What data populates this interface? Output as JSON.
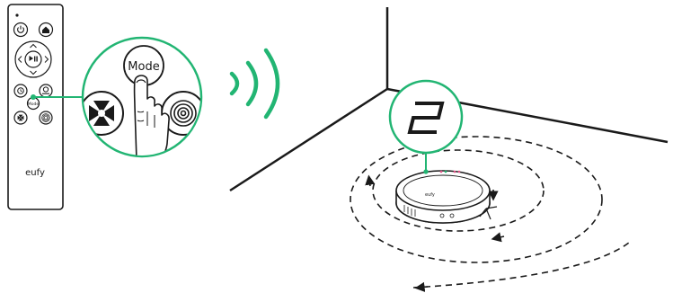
{
  "remote": {
    "brand": "eufy",
    "mode_small_label": "Mode",
    "buttons": [
      "power",
      "home",
      "up",
      "left",
      "play-pause",
      "right",
      "down",
      "schedule",
      "recharge",
      "mode",
      "max-suction",
      "spot-clean"
    ]
  },
  "zoom_callout": {
    "mode_label": "Mode",
    "accent": "#22b573"
  },
  "room": {
    "mode_number": "2",
    "robot_brand": "eufy"
  },
  "colors": {
    "line": "#1a1a1a",
    "accent": "#22b573",
    "background": "#ffffff"
  }
}
